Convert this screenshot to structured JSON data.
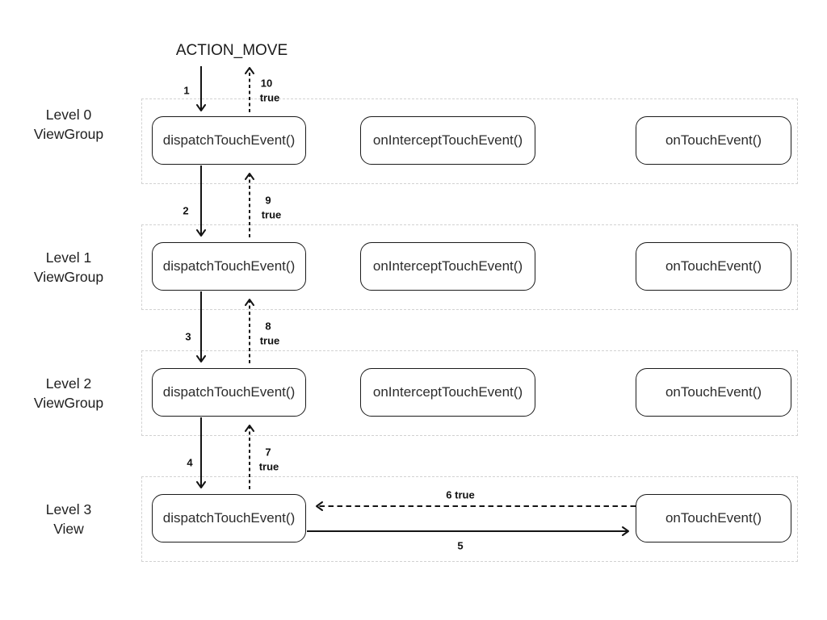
{
  "title": "ACTION_MOVE",
  "colors": {
    "background": "#ffffff",
    "arrow_line": "#141414",
    "box_border": "#1b1b1b",
    "box_text": "#2c2c2c",
    "lane_dashed_border": "#d2d2d2",
    "label_text": "#1e1e1e"
  },
  "levels": [
    {
      "label_line1": "Level 0",
      "label_line2": "ViewGroup",
      "boxes": [
        {
          "label": "dispatchTouchEvent()"
        },
        {
          "label": "onInterceptTouchEvent()"
        },
        {
          "label": "onTouchEvent()"
        }
      ]
    },
    {
      "label_line1": "Level 1",
      "label_line2": "ViewGroup",
      "boxes": [
        {
          "label": "dispatchTouchEvent()"
        },
        {
          "label": "onInterceptTouchEvent()"
        },
        {
          "label": "onTouchEvent()"
        }
      ]
    },
    {
      "label_line1": "Level 2",
      "label_line2": "ViewGroup",
      "boxes": [
        {
          "label": "dispatchTouchEvent()"
        },
        {
          "label": "onInterceptTouchEvent()"
        },
        {
          "label": "onTouchEvent()"
        }
      ]
    },
    {
      "label_line1": "Level 3",
      "label_line2": "View",
      "boxes": [
        {
          "label": "dispatchTouchEvent()"
        },
        {
          "label": "onTouchEvent()"
        }
      ]
    }
  ],
  "arrows": {
    "down": [
      {
        "num": "1"
      },
      {
        "num": "2"
      },
      {
        "num": "3"
      },
      {
        "num": "4"
      }
    ],
    "up": [
      {
        "num": "10",
        "result": "true"
      },
      {
        "num": "9",
        "result": "true"
      },
      {
        "num": "8",
        "result": "true"
      },
      {
        "num": "7",
        "result": "true"
      }
    ],
    "forward": {
      "num": "5"
    },
    "back": {
      "label": "6 true"
    }
  }
}
